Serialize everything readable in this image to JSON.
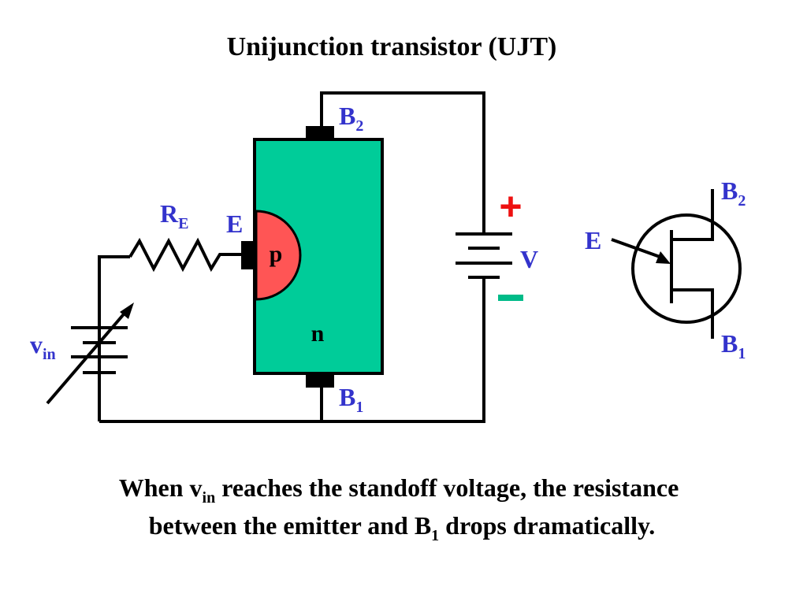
{
  "title": "Unijunction transistor (UJT)",
  "colors": {
    "n_region": "#00cc99",
    "p_region": "#ff5555",
    "label_blue": "#3333cc",
    "plus": "#ee1111",
    "minus": "#00bb88",
    "wire": "#000000"
  },
  "labels": {
    "b2": {
      "main": "B",
      "sub": "2"
    },
    "b1": {
      "main": "B",
      "sub": "1"
    },
    "e": "E",
    "re": {
      "main": "R",
      "sub": "E"
    },
    "p": "p",
    "n": "n",
    "v": "V",
    "plus": "+",
    "minus": "−",
    "vin": {
      "main": "v",
      "sub": "in"
    }
  },
  "symbol_labels": {
    "b2": {
      "main": "B",
      "sub": "2"
    },
    "b1": {
      "main": "B",
      "sub": "1"
    },
    "e": "E"
  },
  "caption": {
    "line1_pre": "When v",
    "line1_sub": "in",
    "line1_post": " reaches the standoff voltage, the resistance",
    "line2_pre": "between the emitter and B",
    "line2_sub": "1",
    "line2_post": " drops dramatically."
  }
}
